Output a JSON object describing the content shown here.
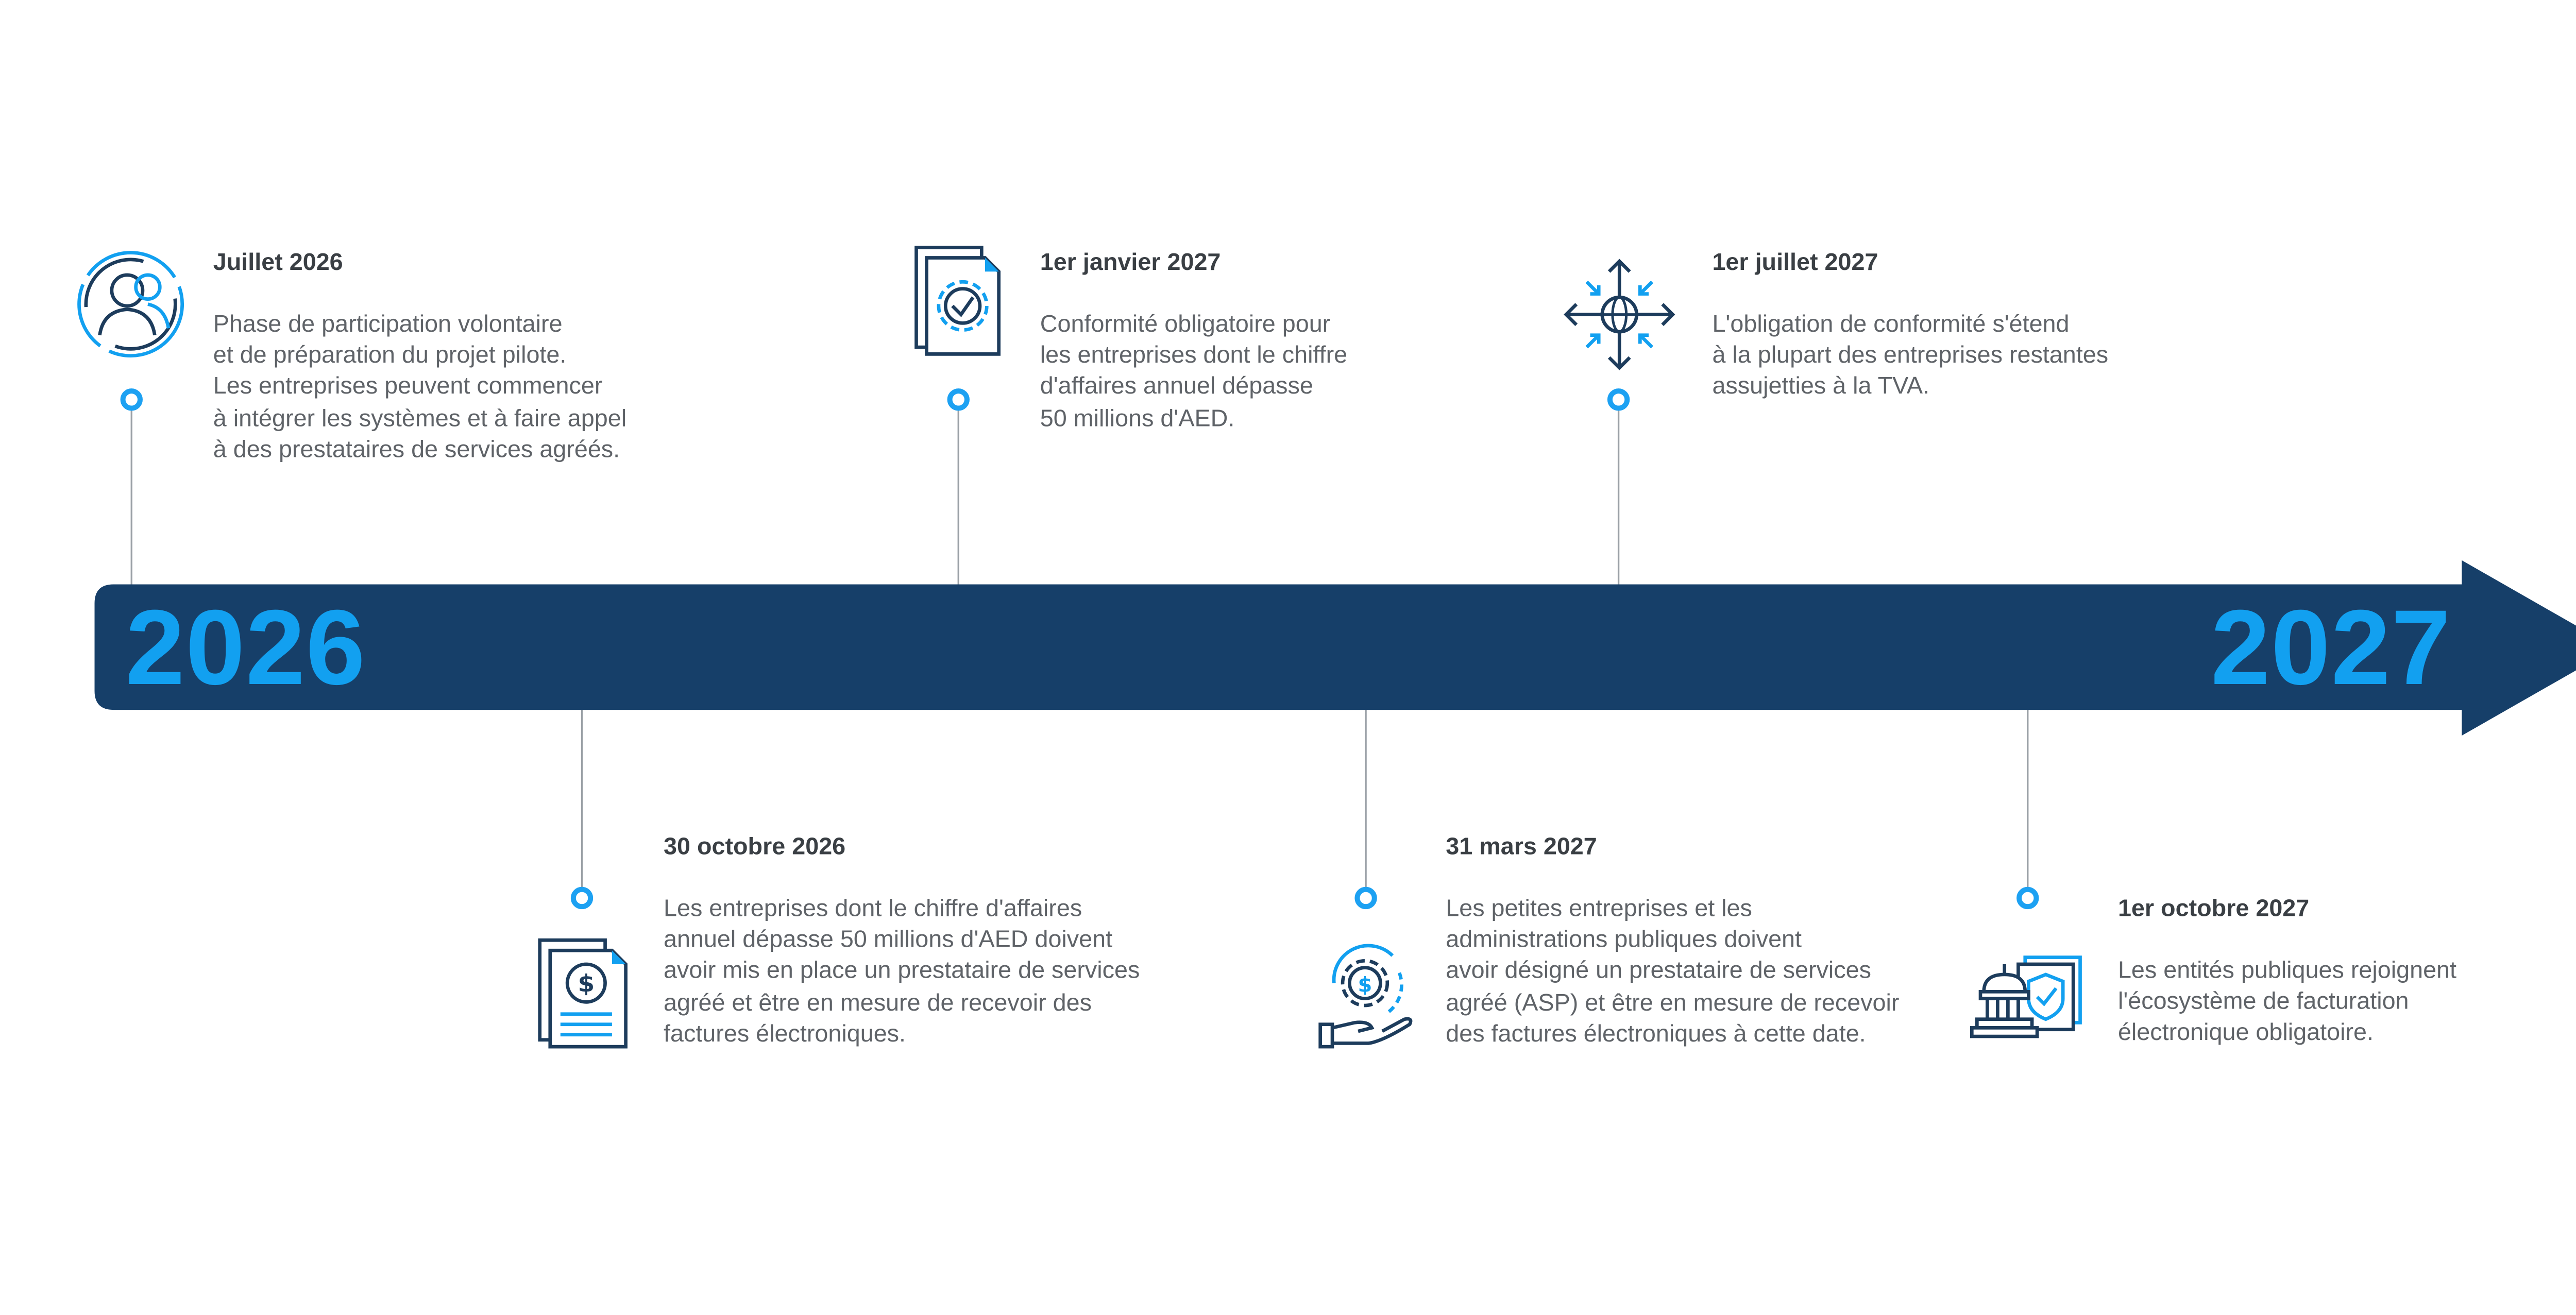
{
  "timeline": {
    "start_year": "2026",
    "end_year": "2027",
    "colors": {
      "arrow": "#163f69",
      "year": "#12a0f0",
      "accent": "#1da1f2",
      "icon_dark": "#1d3c5c",
      "text": "#5f6368",
      "heading": "#3a3f44"
    }
  },
  "milestones": [
    {
      "date": "Juillet 2026",
      "lines": [
        "Phase de participation volontaire",
        "et de préparation du projet pilote.",
        "Les entreprises peuvent commencer",
        "à intégrer les systèmes et à faire appel",
        "à des prestataires de services agréés."
      ],
      "icon": "user-circle-icon"
    },
    {
      "date": "1er janvier 2027",
      "lines": [
        "Conformité obligatoire pour",
        "les entreprises dont le chiffre",
        "d'affaires annuel dépasse",
        "50 millions d'AED."
      ],
      "icon": "document-gear-check-icon"
    },
    {
      "date": "1er juillet 2027",
      "lines": [
        "L'obligation de conformité s'étend",
        "à la plupart des entreprises restantes",
        "assujetties à la TVA."
      ],
      "icon": "globe-arrows-icon"
    },
    {
      "date": "30 octobre 2026",
      "lines": [
        "Les entreprises dont le chiffre d'affaires",
        "annuel dépasse 50 millions d'AED doivent",
        "avoir mis en place un prestataire de services",
        "agréé et être en mesure de recevoir des",
        "factures électroniques."
      ],
      "icon": "dollar-document-icon"
    },
    {
      "date": "31 mars 2027",
      "lines": [
        "Les petites entreprises et les",
        "administrations publiques doivent",
        "avoir désigné un prestataire de services",
        "agréé (ASP) et être en mesure de recevoir",
        "des factures électroniques à cette date."
      ],
      "icon": "hand-gear-dollar-icon"
    },
    {
      "date": "1er octobre 2027",
      "lines": [
        "Les entités publiques rejoignent",
        "l'écosystème de facturation",
        "électronique obligatoire."
      ],
      "icon": "government-shield-icon"
    }
  ]
}
